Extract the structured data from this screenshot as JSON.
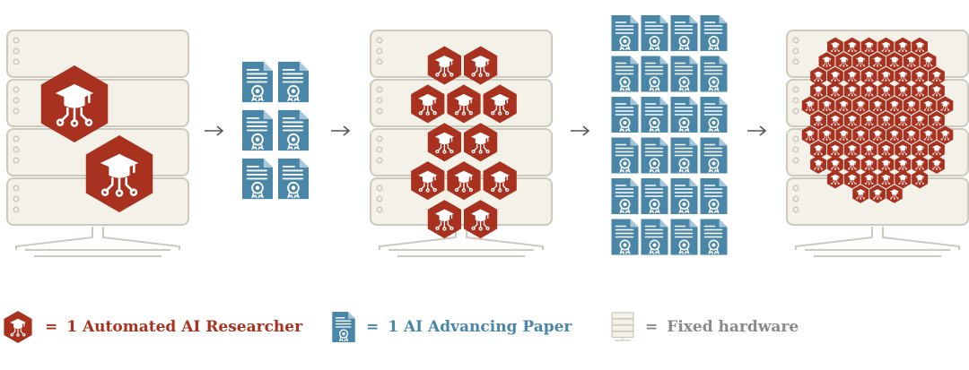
{
  "legend": {
    "researcher_label": "1 Automated AI Researcher",
    "paper_label": "1 AI Advancing Paper",
    "hardware_label": "Fixed hardware",
    "equals": "="
  },
  "stages": [
    {
      "name": "stage-1",
      "researchers": 2,
      "papers": 0
    },
    {
      "name": "stage-2",
      "researchers": 0,
      "papers": 6
    },
    {
      "name": "stage-3",
      "researchers": 12,
      "papers": 0
    },
    {
      "name": "stage-4",
      "researchers": 0,
      "papers": 24
    },
    {
      "name": "stage-5",
      "researchers": 80,
      "papers": 0
    }
  ],
  "arrows": 4,
  "colors": {
    "researcher": "#a8321f",
    "paper": "#4a86a8",
    "hardware_fill": "#f4f1e9",
    "hardware_stroke": "#cdc9bd",
    "hardware_legend": "#8a8a8a"
  },
  "icons": {
    "researcher": "graduation-cap-circuit-hexagon-icon",
    "paper": "certificate-document-icon",
    "hardware": "server-rack-icon",
    "arrow": "arrow-right-icon"
  }
}
